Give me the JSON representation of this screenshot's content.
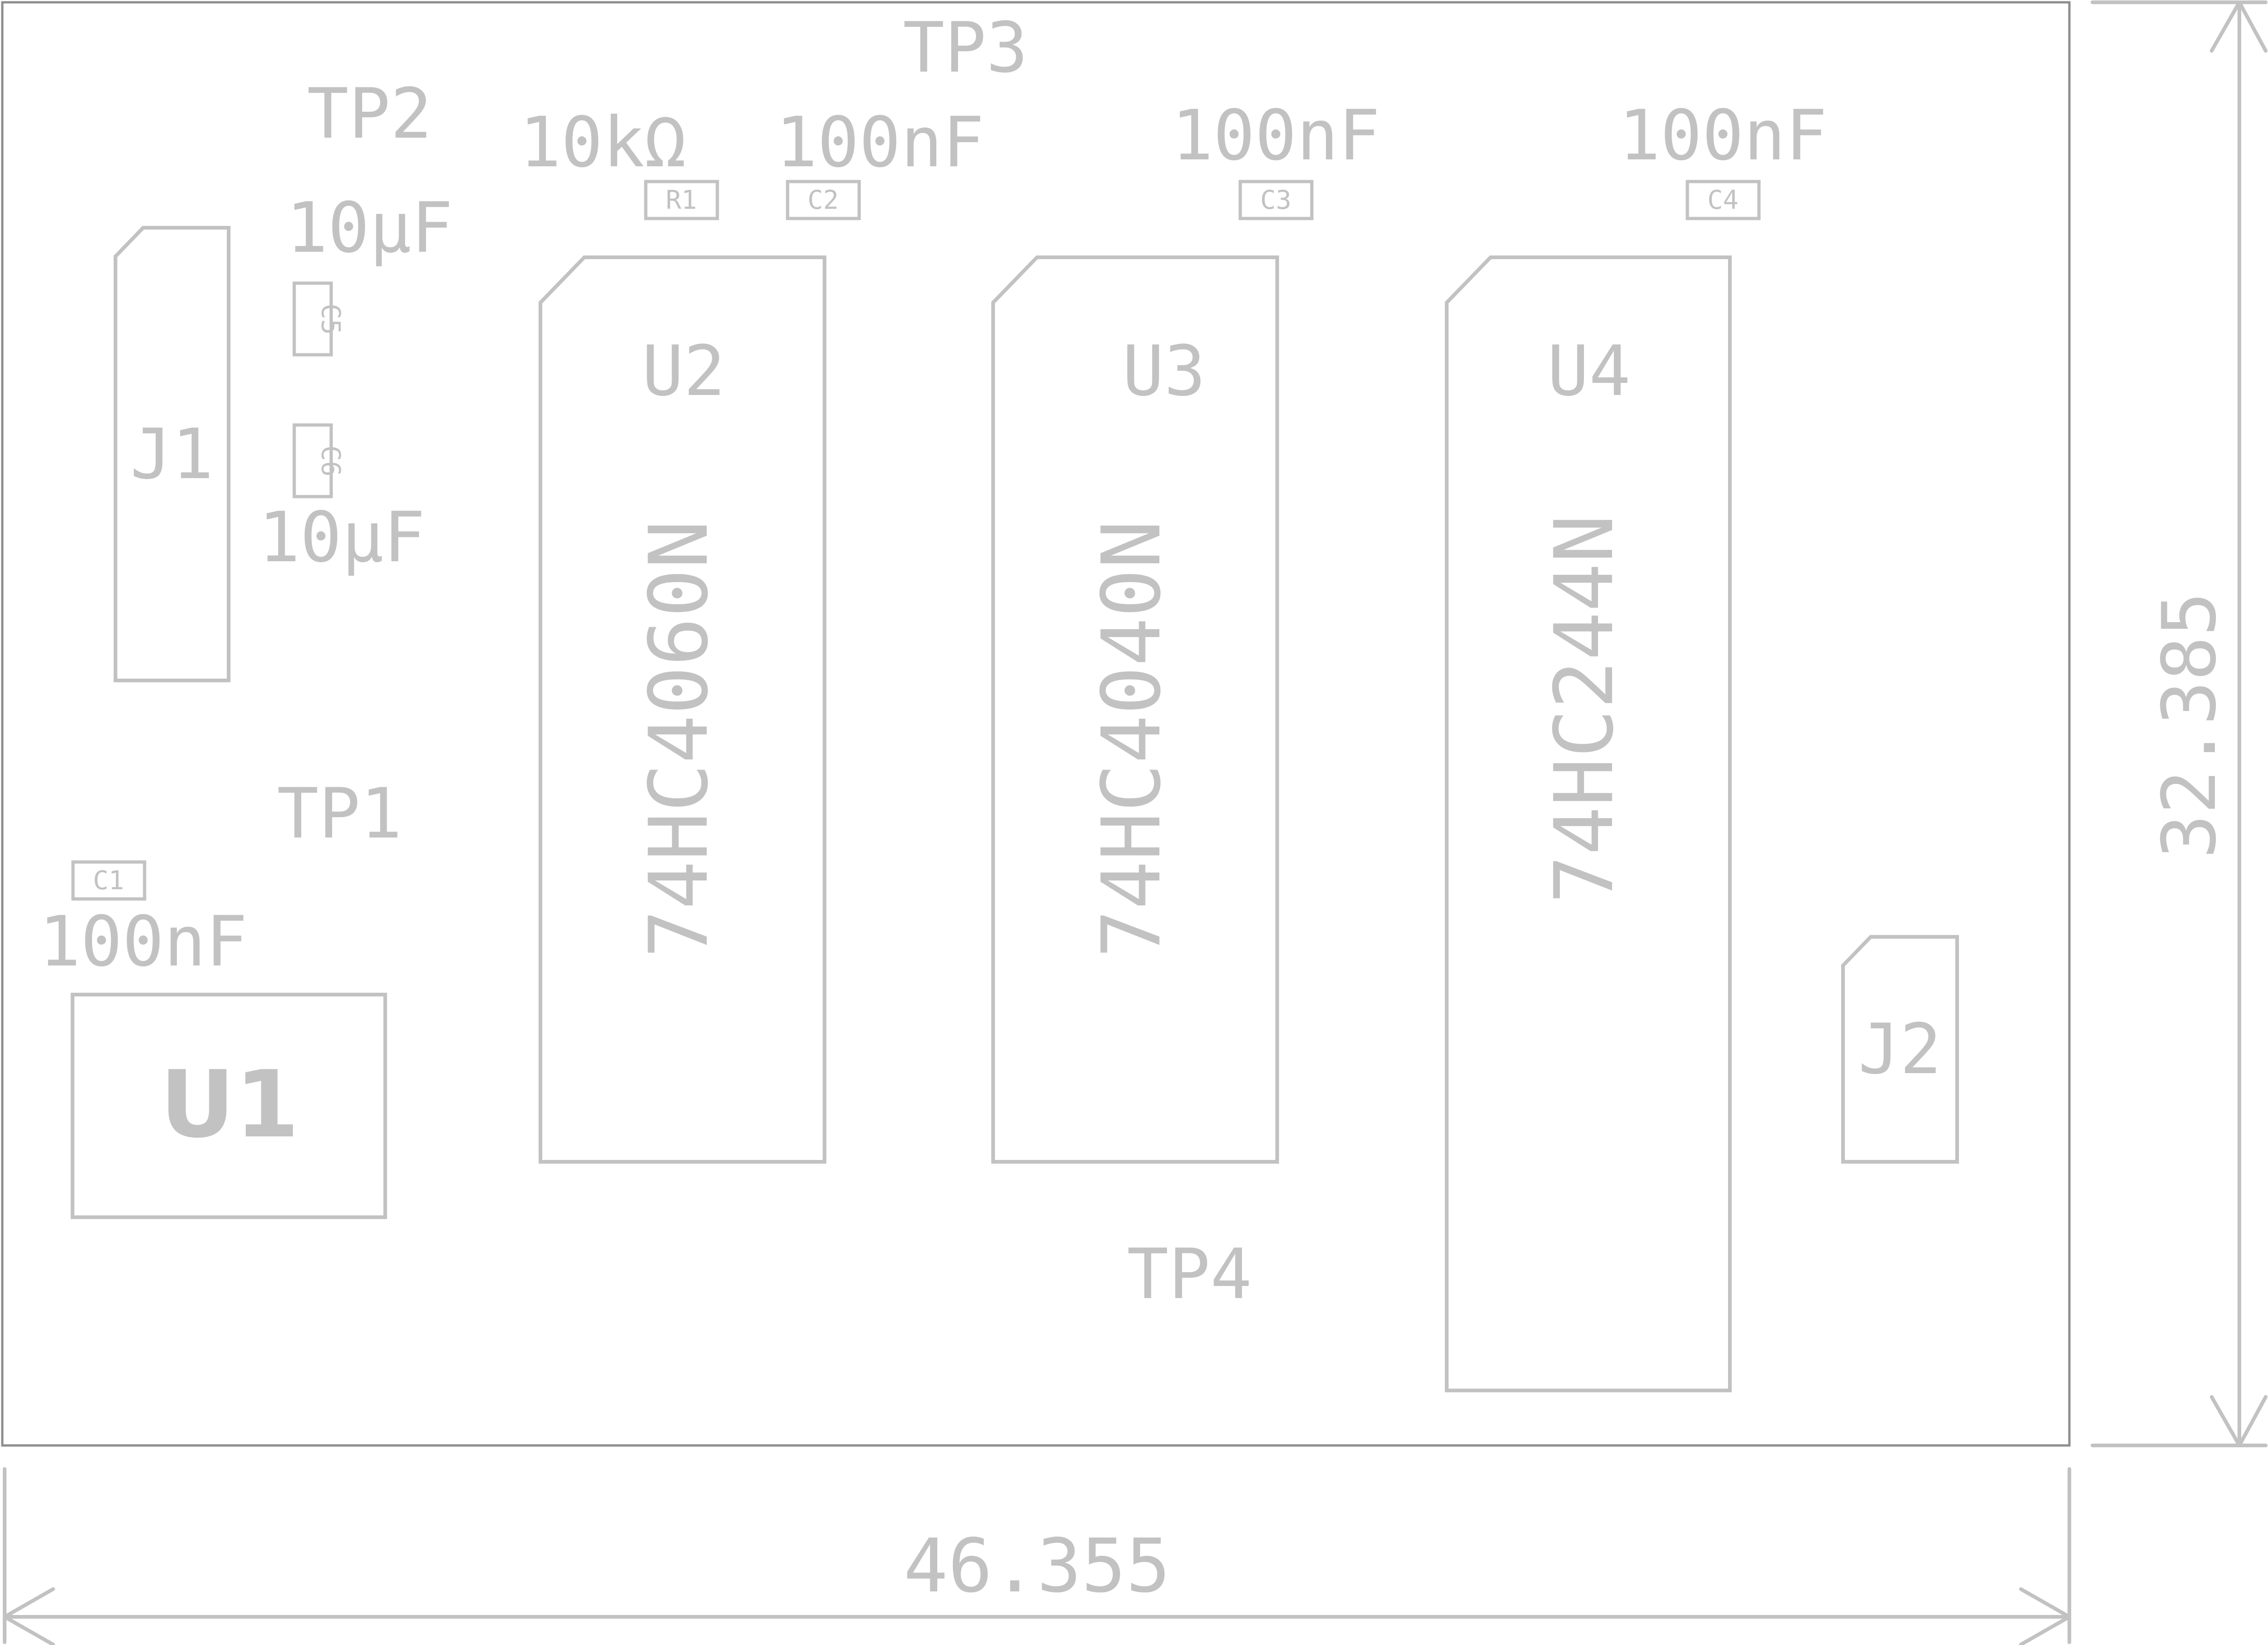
{
  "board": {
    "width_dimension": "46.355",
    "height_dimension": "32.385"
  },
  "test_points": {
    "tp1": "TP1",
    "tp2": "TP2",
    "tp3": "TP3",
    "tp4": "TP4"
  },
  "connectors": {
    "j1": "J1",
    "j2": "J2"
  },
  "chips": {
    "u1": {
      "ref": "U1"
    },
    "u2": {
      "ref": "U2",
      "part": "74HC4060N"
    },
    "u3": {
      "ref": "U3",
      "part": "74HC4040N"
    },
    "u4": {
      "ref": "U4",
      "part": "74HC244N"
    }
  },
  "passives": {
    "r1": {
      "ref": "R1",
      "value": "10kΩ"
    },
    "c1": {
      "ref": "C1",
      "value": "100nF"
    },
    "c2": {
      "ref": "C2",
      "value": "100nF"
    },
    "c3": {
      "ref": "C3",
      "value": "100nF"
    },
    "c4": {
      "ref": "C4",
      "value": "100nF"
    },
    "c5": {
      "ref": "C5",
      "value": "10µF"
    },
    "c6": {
      "ref": "C6",
      "value": "10µF"
    }
  }
}
